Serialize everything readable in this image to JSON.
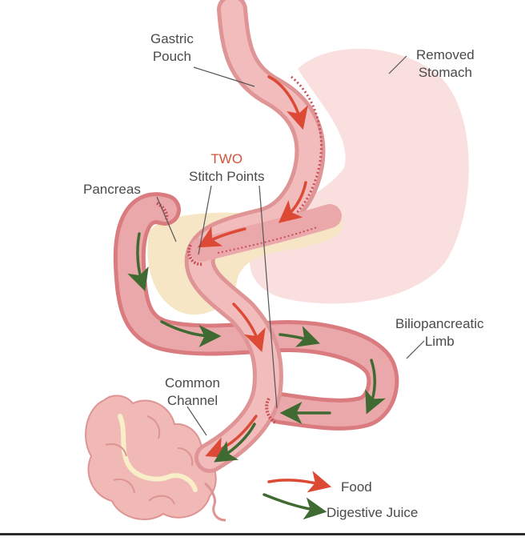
{
  "labels": {
    "gastric_pouch": [
      "Gastric",
      "Pouch"
    ],
    "removed_stomach": [
      "Removed",
      "Stomach"
    ],
    "stitch_points": [
      "TWO",
      "Stitch Points"
    ],
    "pancreas": "Pancreas",
    "biliopancreatic_limb": [
      "Biliopancreatic",
      "Limb"
    ],
    "common_channel": [
      "Common",
      "Channel"
    ]
  },
  "legend": {
    "food": "Food",
    "digestive_juice": "Digestive Juice"
  },
  "colors": {
    "intestine": "#e9a3a5",
    "intestine_dark": "#d97b7f",
    "removed_stomach": "#f9e0df",
    "pancreas": "#f6e6c6",
    "food_arrow": "#dc4a36",
    "juice_arrow": "#3f6b33",
    "stitch": "#c94f57",
    "text": "#4a4a4a",
    "accent_text": "#d2553b"
  }
}
